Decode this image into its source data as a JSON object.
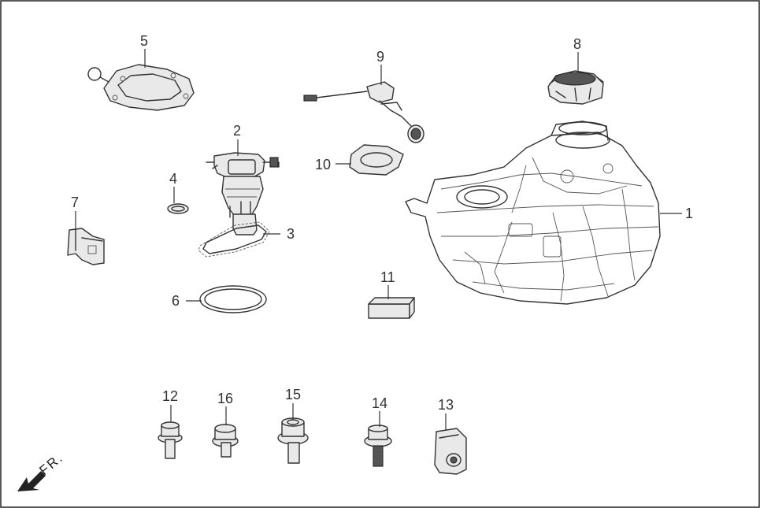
{
  "diagram": {
    "direction_label": "FR.",
    "callouts": [
      "1",
      "2",
      "3",
      "4",
      "5",
      "6",
      "7",
      "8",
      "9",
      "10",
      "11",
      "12",
      "13",
      "14",
      "15",
      "16"
    ],
    "icons": {
      "direction": "arrow-front-icon"
    }
  }
}
